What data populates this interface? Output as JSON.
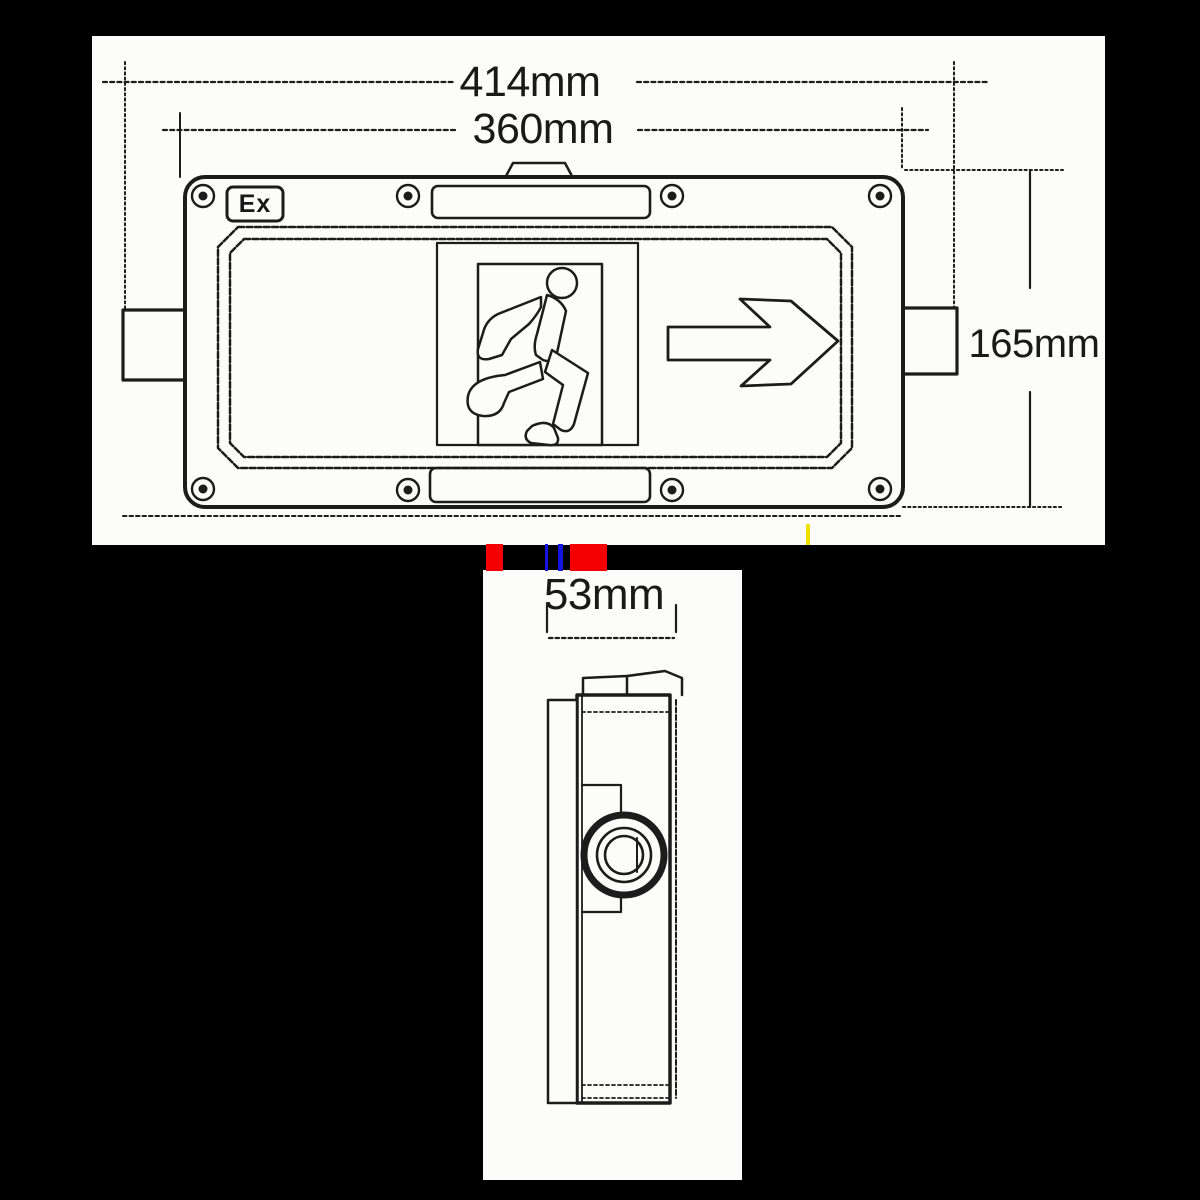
{
  "front_view": {
    "width_overall": "414mm",
    "width_body": "360mm",
    "height": "165mm",
    "ex_marking": "Ex"
  },
  "side_view": {
    "depth": "53mm"
  },
  "icons": {
    "running_man": "running-man-pictogram",
    "exit_door": "exit-door-frame",
    "direction_arrow": "right-direction-arrow",
    "screws": "corner-screw",
    "conduit": "conduit-entry-boss"
  },
  "colors": {
    "background": "#000000",
    "panel": "#fcfcfa",
    "line": "#1c1c1c",
    "artifact_red": "#f40000",
    "artifact_blue": "#1414e0",
    "artifact_yellow": "#f0e000"
  }
}
